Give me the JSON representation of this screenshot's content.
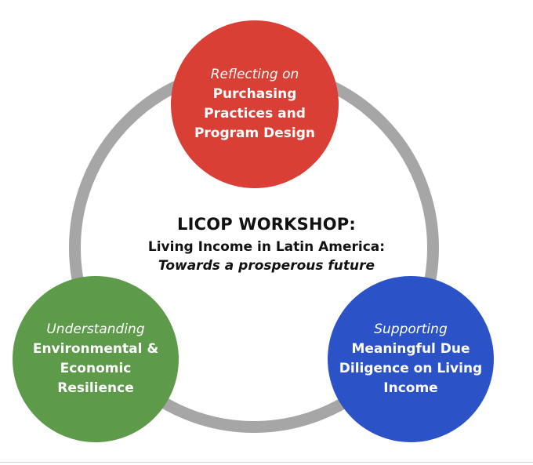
{
  "center": {
    "title": "LICOP WORKSHOP:",
    "subtitle": "Living Income in Latin America:",
    "tagline": "Towards a prosperous future"
  },
  "nodes": {
    "top": {
      "italic": "Reflecting on",
      "bold": "Purchasing\nPractices and\nProgram Design",
      "color": "#da3f35"
    },
    "left": {
      "italic": "Understanding",
      "bold": "Environmental &\nEconomic\nResilience",
      "color": "#5d9a49"
    },
    "right": {
      "italic": "Supporting",
      "bold": "Meaningful Due\nDiligence on Living\nIncome",
      "color": "#2c52c8"
    }
  },
  "ring_color": "#a6a6a6"
}
